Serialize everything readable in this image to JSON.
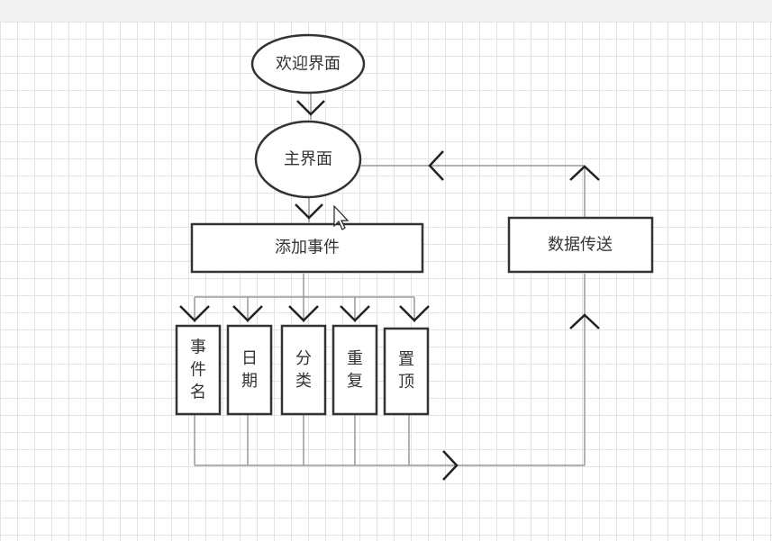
{
  "diagram": {
    "nodes": {
      "welcome": "欢迎界面",
      "main": "主界面",
      "add_event": "添加事件",
      "data_transfer": "数据传送",
      "event_name": "事件名",
      "date": "日期",
      "category": "分类",
      "repeat": "重复",
      "pin": "置顶"
    }
  }
}
